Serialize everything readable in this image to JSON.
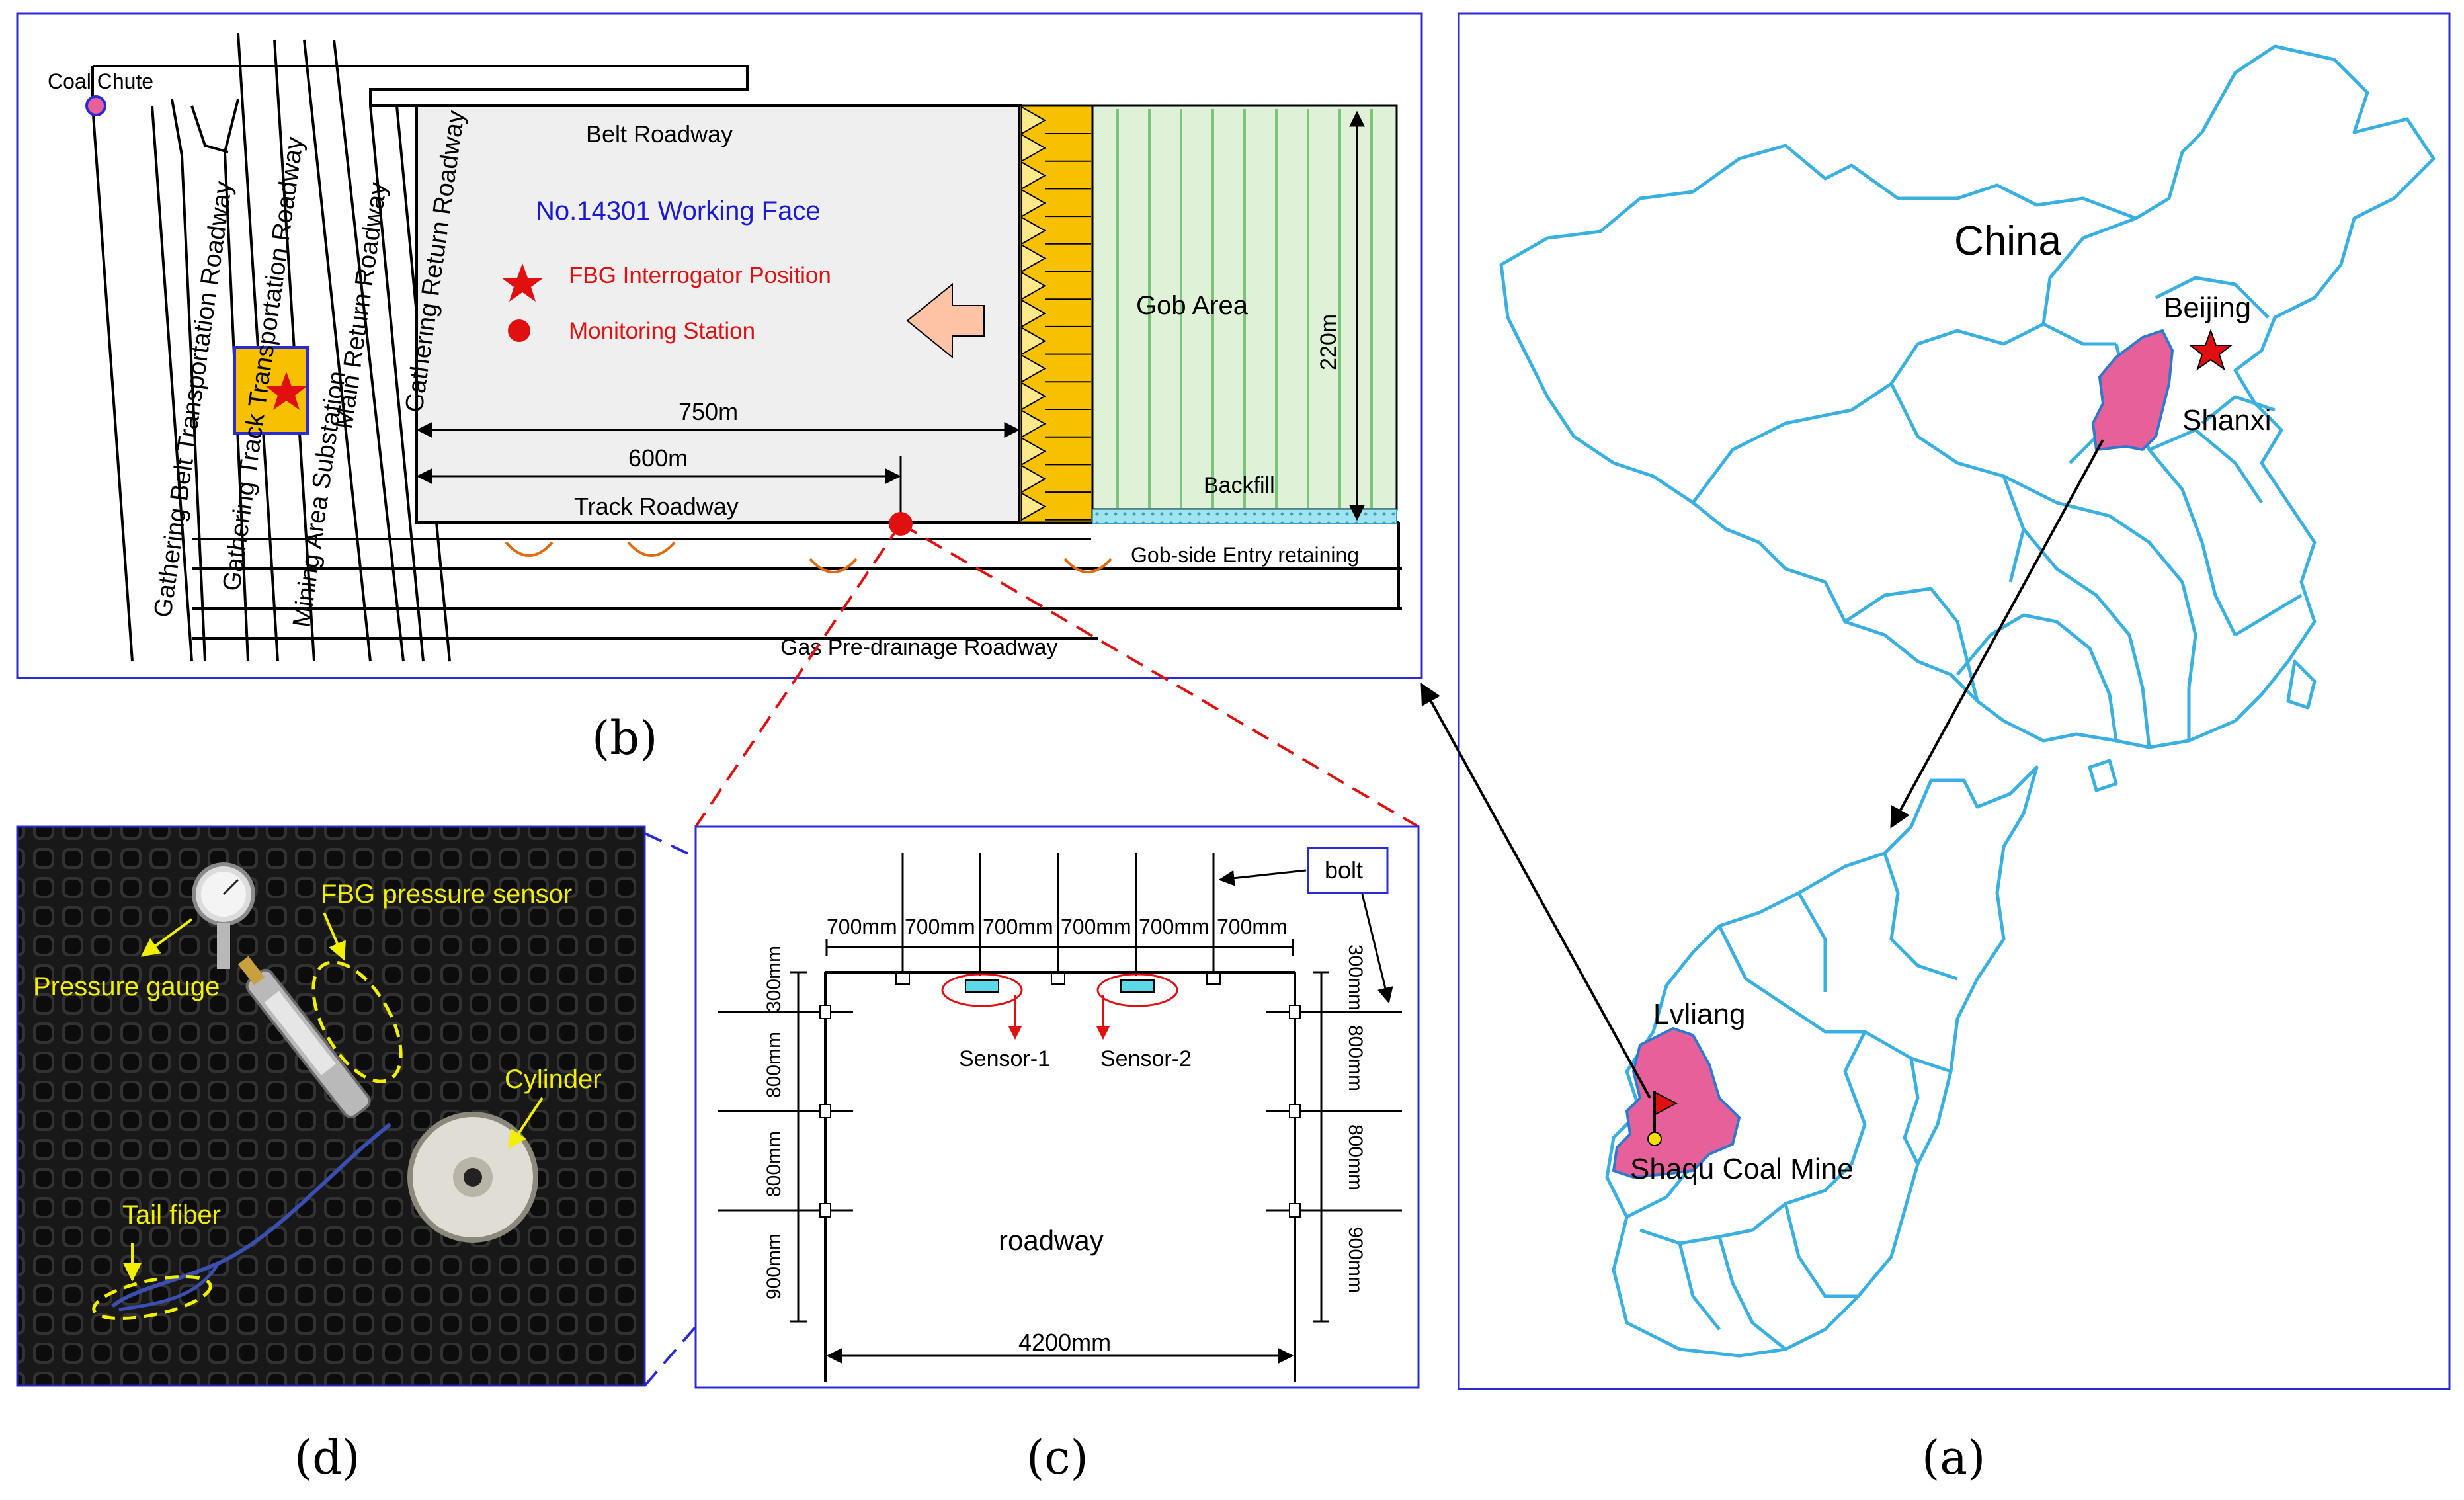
{
  "panel_b": {
    "letter": "(b)",
    "coal_chute": "Coal Chute",
    "belt_roadway": "Belt Roadway",
    "working_face": "No.14301 Working Face",
    "legend_fbg": "FBG Interrogator Position",
    "legend_station": "Monitoring Station",
    "gob_area": "Gob Area",
    "width_220": "220m",
    "len_750": "750m",
    "len_600": "600m",
    "track_roadway": "Track Roadway",
    "backfill": "Backfill",
    "gob_side": "Gob-side Entry retaining",
    "gas_predrainage": "Gas Pre-drainage Roadway",
    "gathering_belt": "Gathering Belt Transportation Roadway",
    "gathering_track": "Gathering Track Transportation Roadway",
    "mining_substation": "Mining Area Substation",
    "main_return": "Main Return Roadway",
    "gathering_return": "Gathering Return Roadway"
  },
  "panel_a": {
    "letter": "(a)",
    "china": "China",
    "beijing": "Beijing",
    "shanxi": "Shanxi",
    "lvliang": "Lvliang",
    "shaqu": "Shaqu Coal Mine"
  },
  "panel_c": {
    "letter": "(c)",
    "bolt": "bolt",
    "spacing": [
      "700mm",
      "700mm",
      "700mm",
      "700mm",
      "700mm",
      "700mm"
    ],
    "left_dims": [
      "300mm",
      "800mm",
      "800mm",
      "900mm"
    ],
    "right_dims": [
      "300mm",
      "800mm",
      "800mm",
      "900mm"
    ],
    "sensor1": "Sensor-1",
    "sensor2": "Sensor-2",
    "roadway": "roadway",
    "width": "4200mm"
  },
  "panel_d": {
    "letter": "(d)",
    "fbg_sensor": "FBG pressure sensor",
    "pressure_gauge": "Pressure gauge",
    "cylinder": "Cylinder",
    "tail_fiber": "Tail fiber"
  },
  "colors": {
    "frame": "#2b2bd6",
    "china_border": "#3ab0e0",
    "highlight": "#e8609a",
    "face_yellow": "#f7c000",
    "gob_green": "#dff1d6",
    "annot_yellow": "#f2f000",
    "red": "#e01010"
  }
}
